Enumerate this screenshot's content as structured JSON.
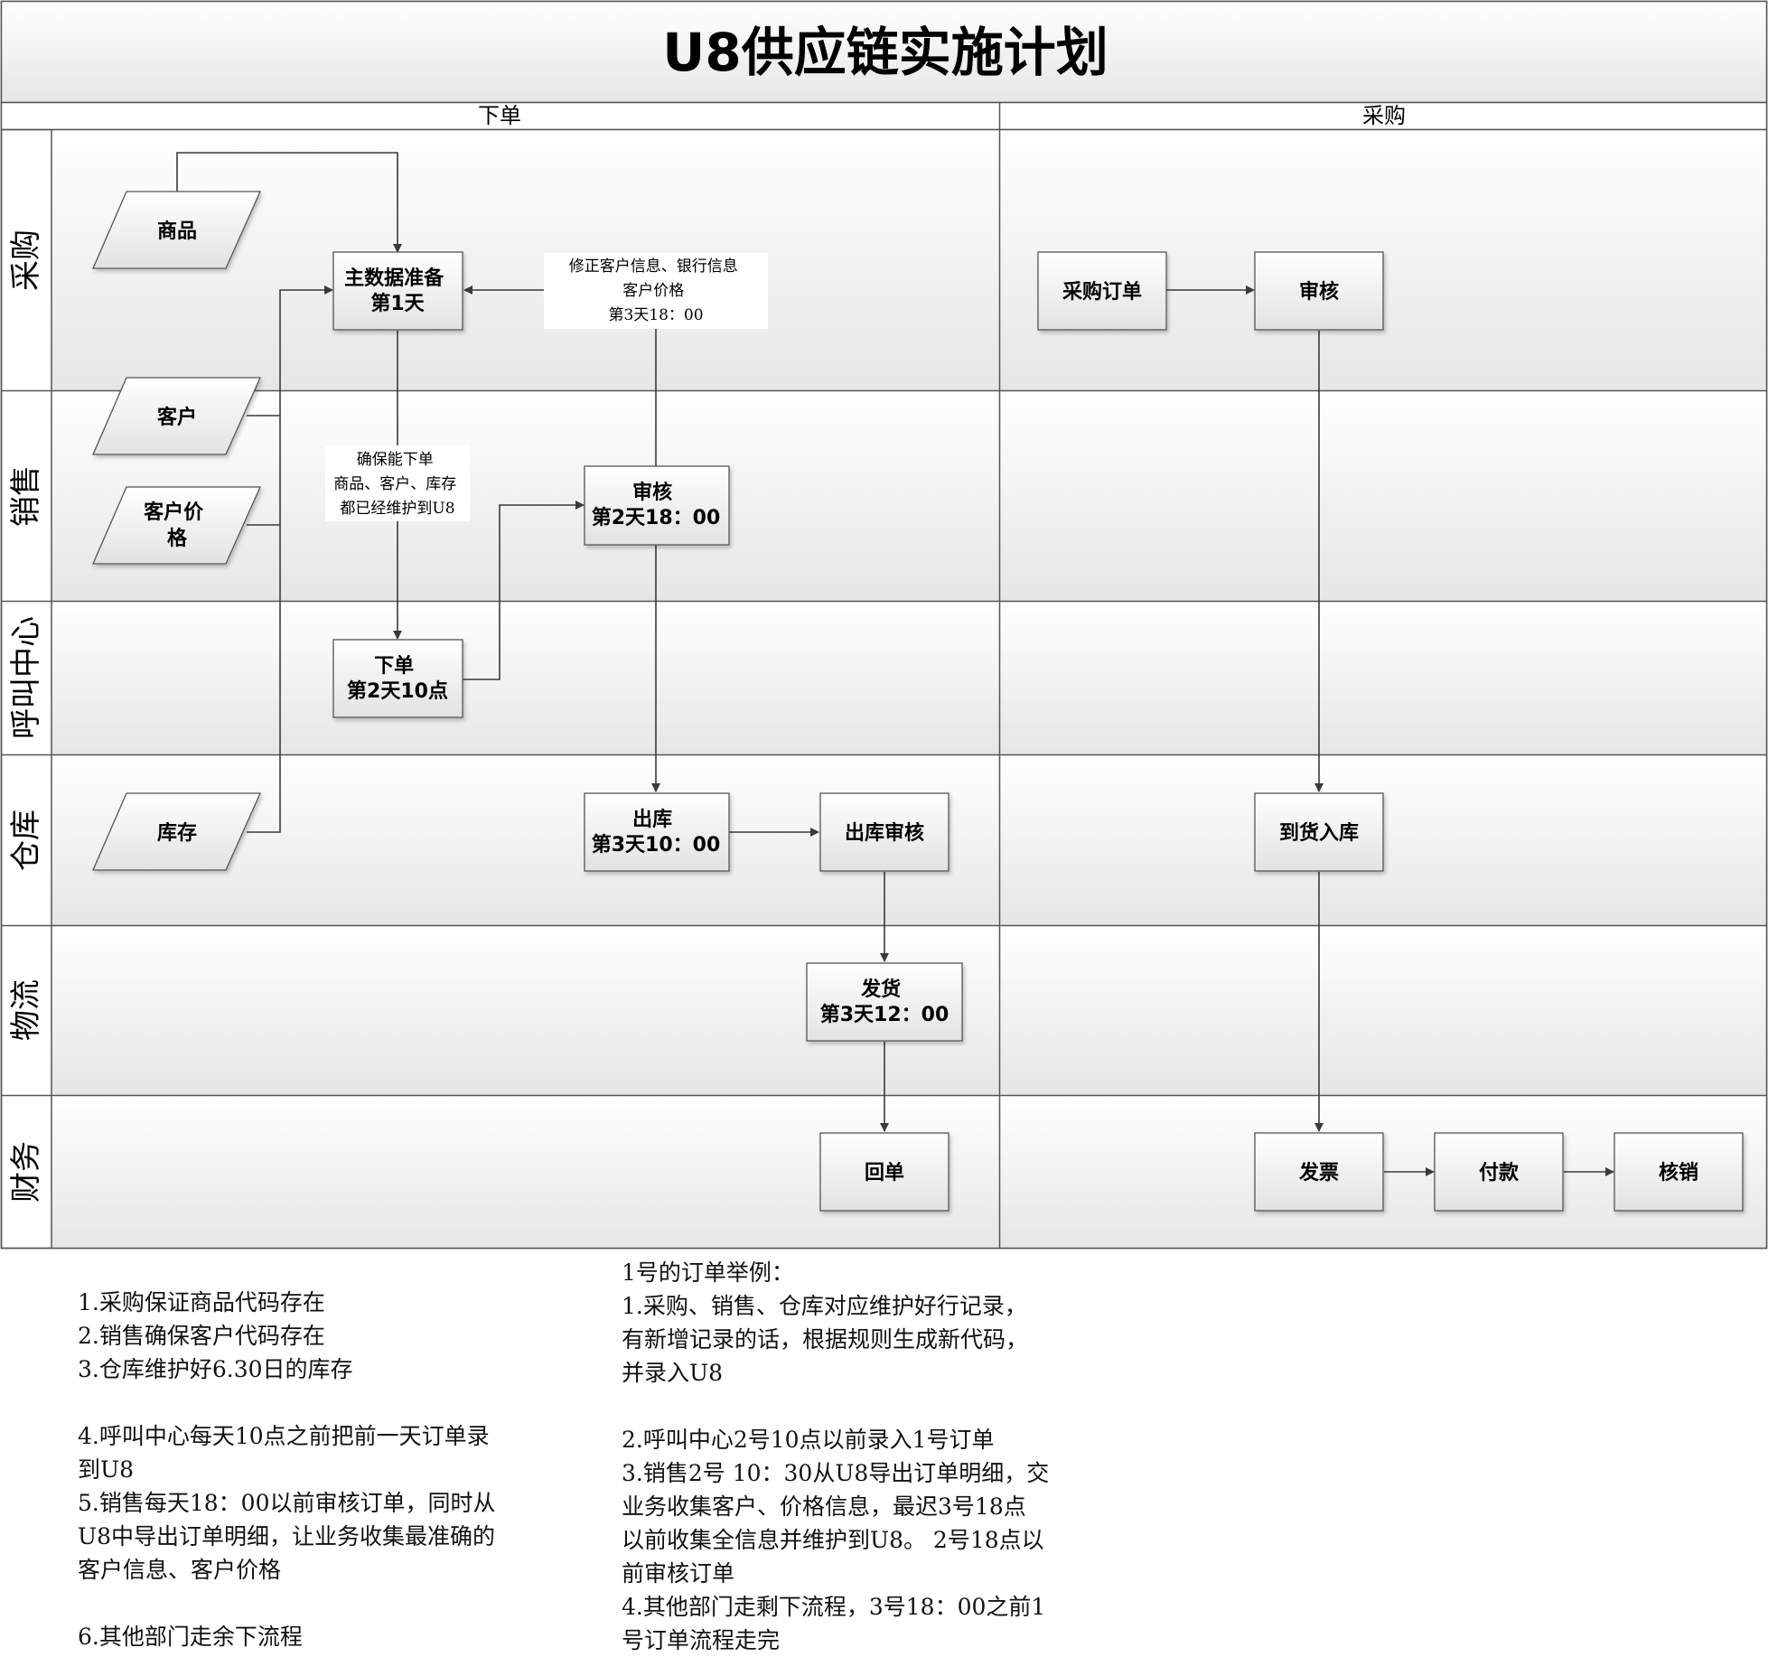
{
  "title": "U8供应链实施计划",
  "columns": [
    "下单",
    "采购"
  ],
  "lanes": [
    "采购",
    "销售",
    "呼叫中心",
    "仓库",
    "物流",
    "财务"
  ],
  "nodes": {
    "goods": [
      "商品"
    ],
    "customer": [
      "客户"
    ],
    "customer_price": [
      "客户价",
      "格"
    ],
    "inventory": [
      "库存"
    ],
    "master_data": [
      "主数据准备",
      "第1天"
    ],
    "order": [
      "下单",
      "第2天10点"
    ],
    "sales_review": [
      "审核",
      "第2天18：00"
    ],
    "outbound": [
      "出库",
      "第3天10：00"
    ],
    "outbound_review": [
      "出库审核"
    ],
    "shipping": [
      "发货",
      "第3天12：00"
    ],
    "receipt": [
      "回单"
    ],
    "purchase_order": [
      "采购订单"
    ],
    "purchase_review": [
      "审核"
    ],
    "arrival": [
      "到货入库"
    ],
    "invoice": [
      "发票"
    ],
    "payment": [
      "付款"
    ],
    "writeoff": [
      "核销"
    ]
  },
  "annotations": {
    "correction": [
      "修正客户信息、银行信息",
      "客户价格",
      "第3天18：00"
    ],
    "ensure": [
      "确保能下单",
      "商品、客户、库存",
      "都已经维护到U8"
    ]
  },
  "notes_left": [
    "1.采购保证商品代码存在",
    "2.销售确保客户代码存在",
    "3.仓库维护好6.30日的库存",
    "",
    "4.呼叫中心每天10点之前把前一天订单录",
    "到U8",
    "5.销售每天18：00以前审核订单，同时从",
    "U8中导出订单明细，让业务收集最准确的",
    "客户信息、客户价格",
    "",
    "6.其他部门走余下流程"
  ],
  "notes_right": [
    "1号的订单举例：",
    "1.采购、销售、仓库对应维护好行记录，",
    "有新增记录的话，根据规则生成新代码，",
    "并录入U8",
    "",
    "2.呼叫中心2号10点以前录入1号订单",
    "3.销售2号 10：30从U8导出订单明细，交",
    "业务收集客户、价格信息，最迟3号18点",
    "以前收集全信息并维护到U8。 2号18点以",
    "前审核订单",
    "4.其他部门走剩下流程，3号18：00之前1",
    "号订单流程走完"
  ],
  "colors": {
    "line": "#3a3a3a",
    "lane_fill": "#f4f4f4",
    "box_fill": "#efefef"
  }
}
